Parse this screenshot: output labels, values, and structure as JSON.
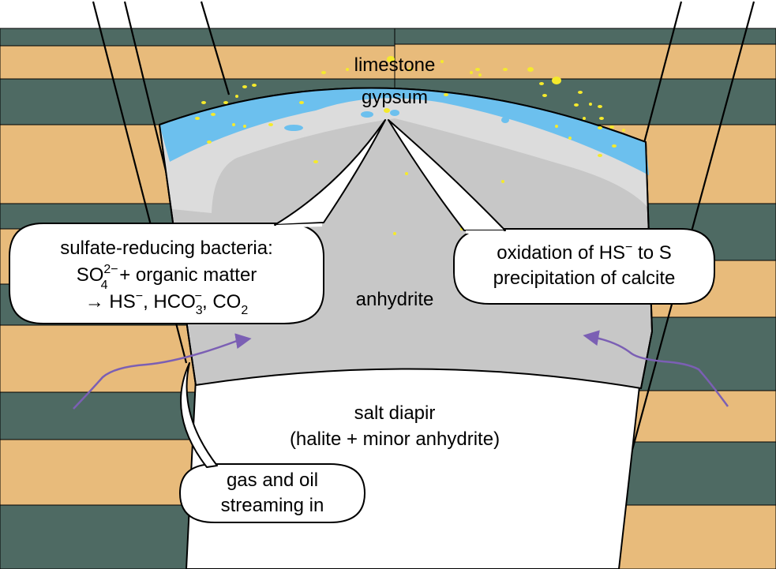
{
  "labels": {
    "limestone": "limestone",
    "gypsum": "gypsum",
    "anhydrite": "anhydrite",
    "salt_diapir": "salt diapir",
    "salt_composition": "(halite + minor anhydrite)"
  },
  "callouts": {
    "bacteria": {
      "title": "sulfate-reducing bacteria:",
      "reaction_lhs_species": "SO",
      "reaction_lhs_sub": "4",
      "reaction_lhs_sup": "2−",
      "reaction_lhs_rest": " + organic matter",
      "products_arrow": "→ HS",
      "products_hs_sup": "−",
      "products_sep1": ", HCO",
      "products_hco3_sub": "3",
      "products_hco3_sup": "−",
      "products_sep2": ", CO",
      "products_co2_sub": "2"
    },
    "oxidation": {
      "line1_a": "oxidation of HS",
      "line1_sup": "−",
      "line1_b": " to S",
      "line2": "precipitation of calcite"
    },
    "gas_oil": {
      "line1": "gas and oil",
      "line2": "streaming in"
    }
  },
  "colors": {
    "sandstone_layer": "#e8bb7b",
    "shale_layer": "#4e6a63",
    "limestone": "#6cc0ee",
    "gypsum": "#dcdcdc",
    "anhydrite": "#c7c7c7",
    "salt": "#ffffff",
    "sulfur_dots": "#f5ea2c",
    "flow_arrows": "#7b5fb4"
  }
}
